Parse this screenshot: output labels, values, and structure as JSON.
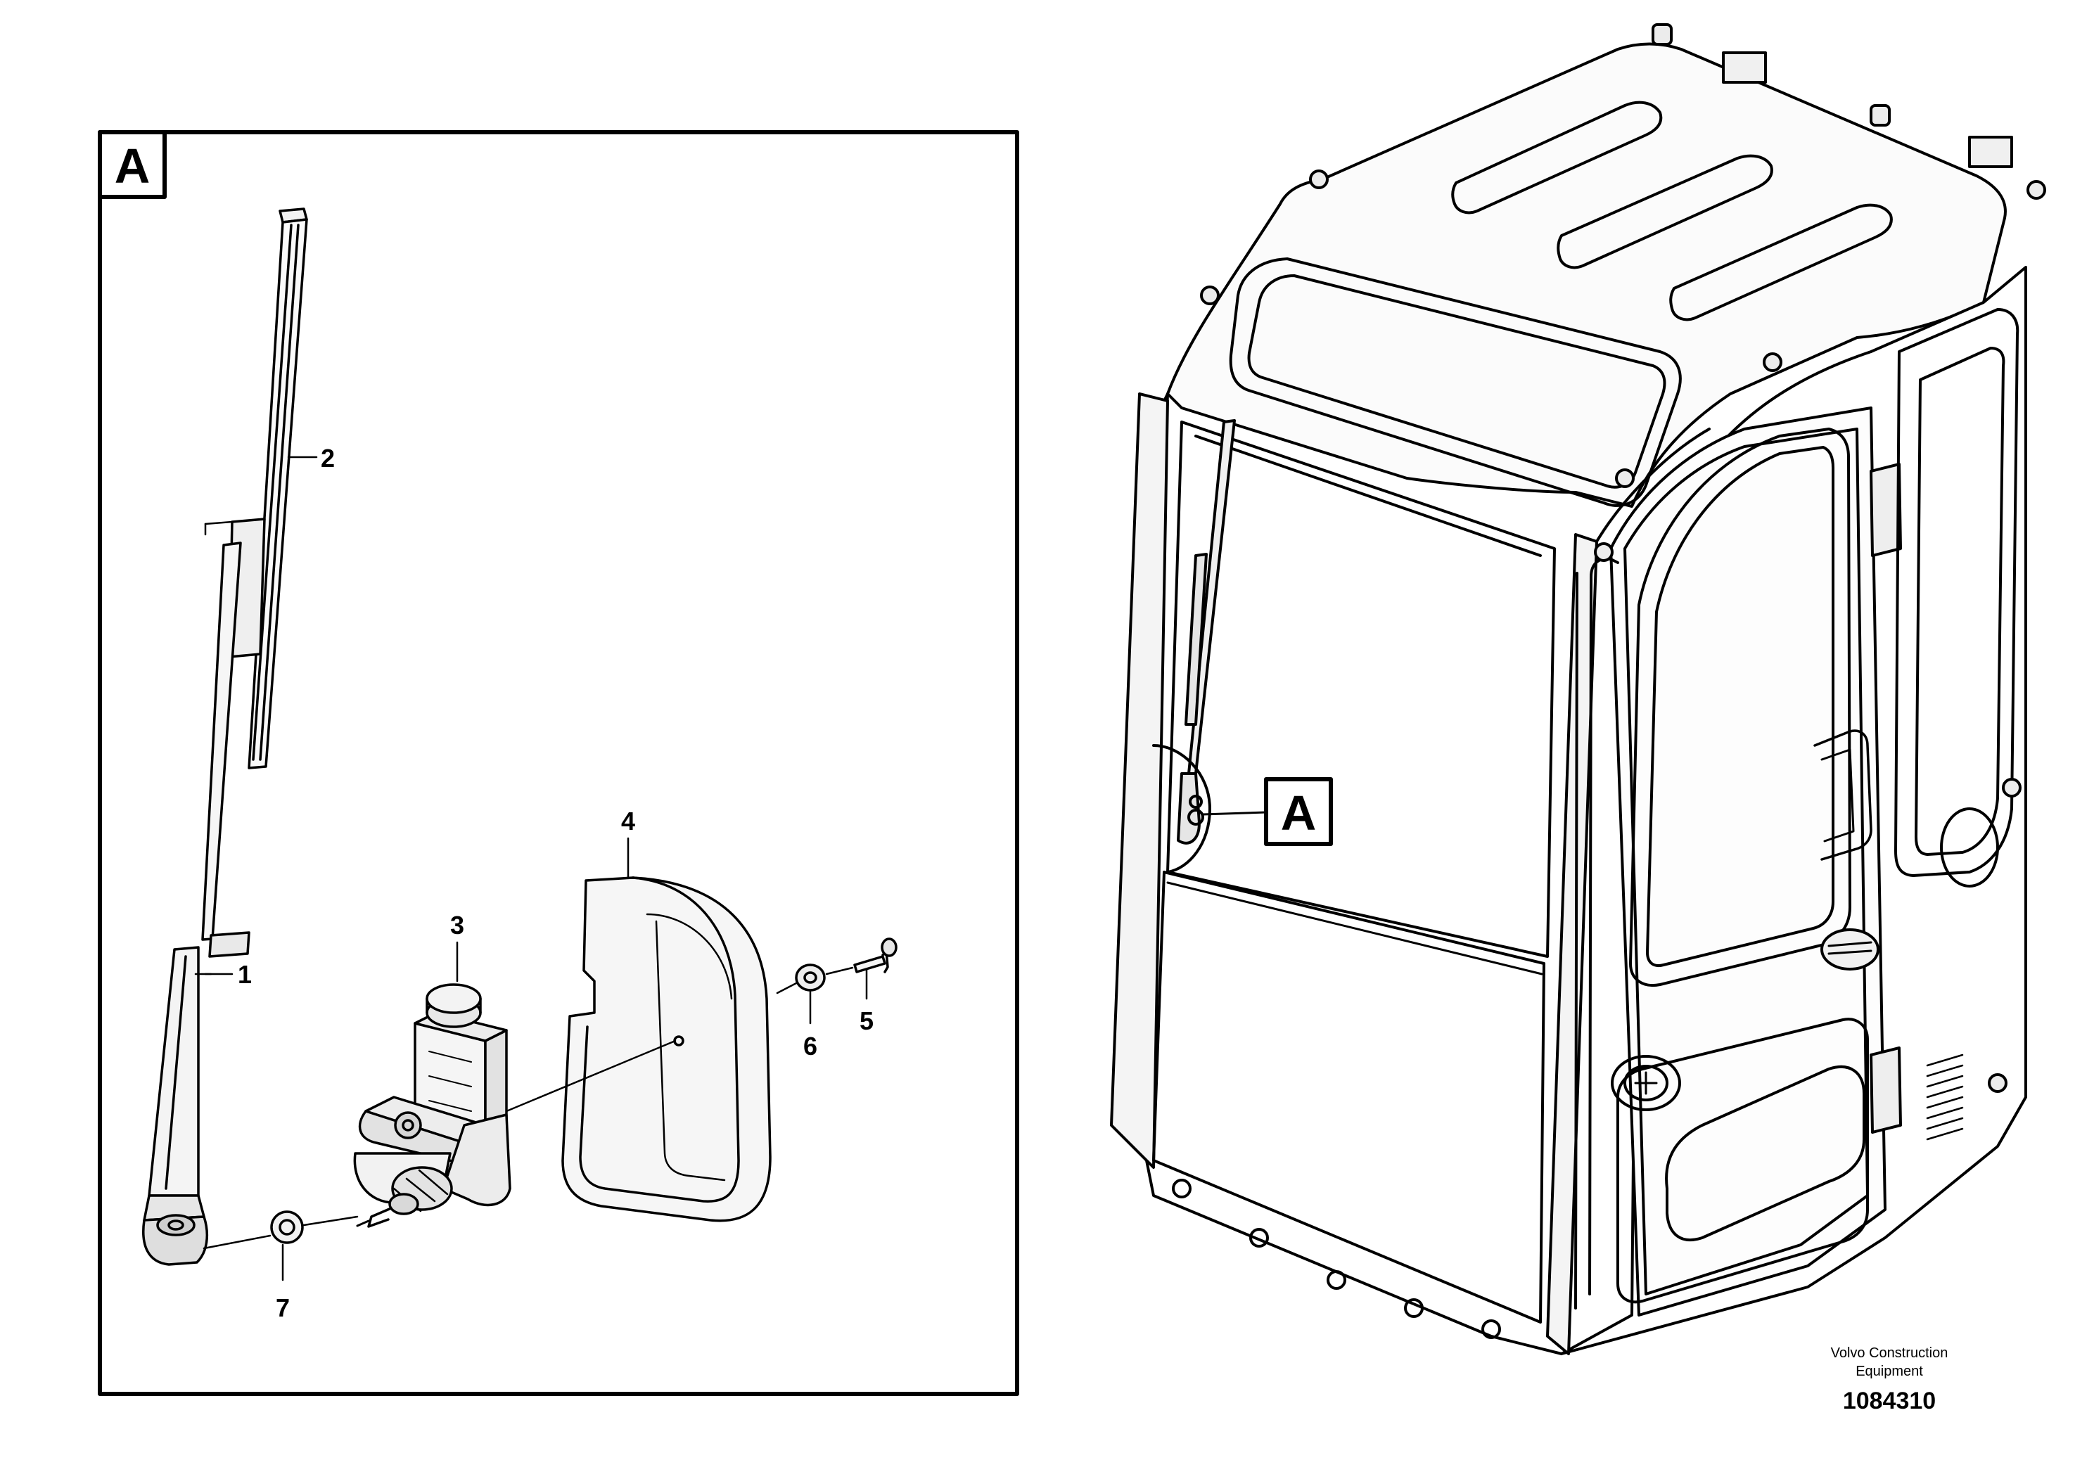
{
  "detail_view": {
    "label": "A"
  },
  "parts": [
    {
      "number": "1"
    },
    {
      "number": "2"
    },
    {
      "number": "3"
    },
    {
      "number": "4"
    },
    {
      "number": "5"
    },
    {
      "number": "6"
    },
    {
      "number": "7"
    }
  ],
  "cab_callout": {
    "label": "A"
  },
  "credit": {
    "line1": "Volvo Construction",
    "line2": "Equipment"
  },
  "document_number": "1084310"
}
